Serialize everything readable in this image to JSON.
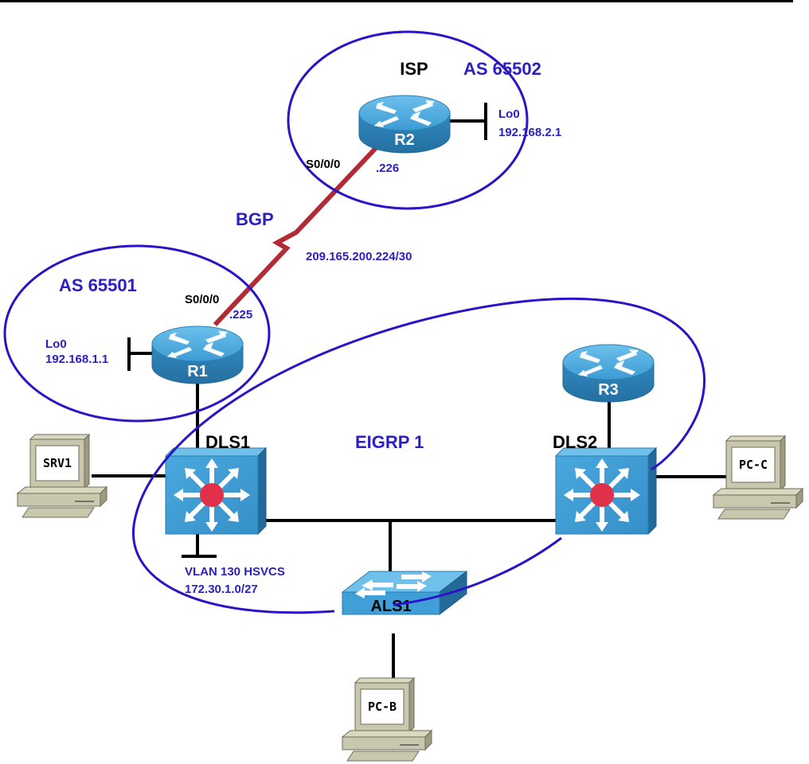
{
  "diagram": {
    "colors": {
      "domain_outline": "#2a14c8",
      "label_blue": "#2a1fc2",
      "serial_link": "#b22a35",
      "ethernet_link": "#000000",
      "device_blue": "#3f9fd6",
      "device_blue_dark": "#2a7cb0",
      "multilayer_center": "#e0304a",
      "pc_body": "#c9c7ad"
    },
    "domains": [
      {
        "id": "as65502",
        "label": "AS 65502"
      },
      {
        "id": "as65501",
        "label": "AS 65501"
      },
      {
        "id": "eigrp",
        "label": "EIGRP 1"
      }
    ],
    "devices": {
      "isp": {
        "name": "R2",
        "role_label": "ISP",
        "type": "router",
        "loopback": {
          "name": "Lo0",
          "address": "192.168.2.1"
        },
        "serial": {
          "name": "S0/0/0",
          "host": ".226"
        }
      },
      "r1": {
        "name": "R1",
        "type": "router",
        "loopback": {
          "name": "Lo0",
          "address": "192.168.1.1"
        },
        "serial": {
          "name": "S0/0/0",
          "host": ".225"
        }
      },
      "r3": {
        "name": "R3",
        "type": "router"
      },
      "dls1": {
        "name": "DLS1",
        "type": "multilayer-switch",
        "vlan": {
          "name": "VLAN 130 HSVCS",
          "subnet": "172.30.1.0/27"
        }
      },
      "dls2": {
        "name": "DLS2",
        "type": "multilayer-switch"
      },
      "als1": {
        "name": "ALS1",
        "type": "switch"
      },
      "srv1": {
        "name": "SRV1",
        "type": "pc"
      },
      "pcb": {
        "name": "PC-B",
        "type": "pc"
      },
      "pcc": {
        "name": "PC-C",
        "type": "pc"
      }
    },
    "links": {
      "bgp": {
        "protocol": "BGP",
        "subnet": "209.165.200.224/30"
      }
    }
  }
}
